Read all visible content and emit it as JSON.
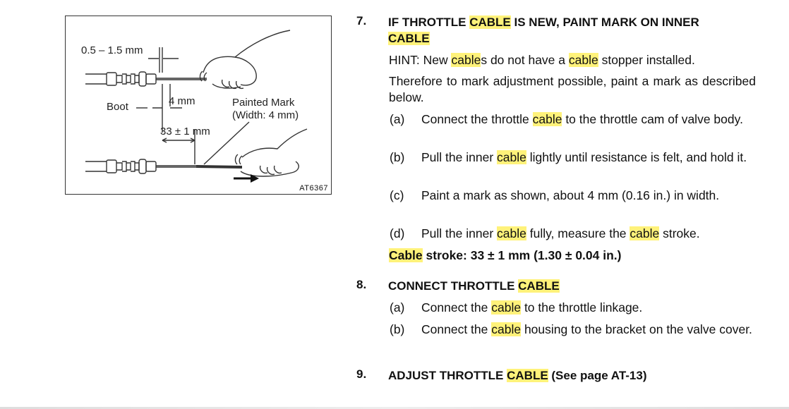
{
  "figure": {
    "dim_top": "0.5 – 1.5 mm",
    "boot": "Boot",
    "mark_width": "4 mm",
    "painted_mark": "Painted Mark",
    "painted_width": "(Width:  4 mm)",
    "stroke": "33 ± 1 mm",
    "id": "AT6367"
  },
  "step7": {
    "num": "7.",
    "title_a": "IF THROTTLE ",
    "title_hl": "CABLE",
    "title_b": " IS NEW, PAINT MARK ON INNER",
    "title_line2": "CABLE",
    "hint_a": "HINT:   New ",
    "hint_hl1": "cable",
    "hint_b": "s do not have a ",
    "hint_hl2": "cable",
    "hint_c": " stopper installed.",
    "para": "Therefore to mark adjustment possible, paint a mark as described below.",
    "a_label": "(a)",
    "a_1": "Connect the throttle ",
    "a_hl": "cable",
    "a_2": " to the throttle cam of valve body.",
    "b_label": "(b)",
    "b_1": "Pull the inner ",
    "b_hl": "cable",
    "b_2": " lightly until resistance is felt, and hold it.",
    "c_label": "(c)",
    "c_text": "Paint a mark as shown, about 4 mm (0.16 in.) in width.",
    "d_label": "(d)",
    "d_1": "Pull the inner ",
    "d_hl1": "cable",
    "d_2": " fully, measure the ",
    "d_hl2": "cable",
    "d_3": " stroke.",
    "spec_hl": "Cable",
    "spec_rest": " stroke:   33 ± 1 mm (1.30 ± 0.04 in.)"
  },
  "step8": {
    "num": "8.",
    "title_a": "CONNECT THROTTLE ",
    "title_hl": "CABLE",
    "a_label": "(a)",
    "a_1": "Connect the ",
    "a_hl": "cable",
    "a_2": " to the throttle linkage.",
    "b_label": "(b)",
    "b_1": "Connect the ",
    "b_hl": "cable",
    "b_2": " housing to the bracket on the valve cover."
  },
  "step9": {
    "num": "9.",
    "title_a": "ADJUST THROTTLE ",
    "title_hl": "CABLE",
    "title_b": " (See page AT-13)"
  },
  "colors": {
    "highlight": "#fff27a",
    "ink": "#111111"
  }
}
